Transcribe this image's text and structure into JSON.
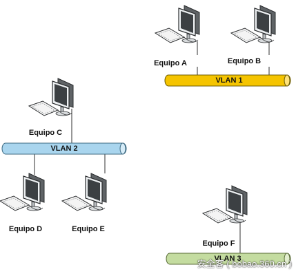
{
  "vlans": [
    {
      "label": "VLAN 1",
      "color": "#f5c400"
    },
    {
      "label": "VLAN 2",
      "color": "#a9d5ee"
    },
    {
      "label": "VLAN 3",
      "color": "#c4dca0"
    }
  ],
  "computers": [
    {
      "label": "Equipo A",
      "vlan": "VLAN 1"
    },
    {
      "label": "Equipo B",
      "vlan": "VLAN 1"
    },
    {
      "label": "Equipo C",
      "vlan": "VLAN 2"
    },
    {
      "label": "Equipo D",
      "vlan": "VLAN 2"
    },
    {
      "label": "Equipo E",
      "vlan": "VLAN 2"
    },
    {
      "label": "Equipo F",
      "vlan": "VLAN 3"
    }
  ],
  "watermark": "安全客 ( bobao.360.cn )"
}
